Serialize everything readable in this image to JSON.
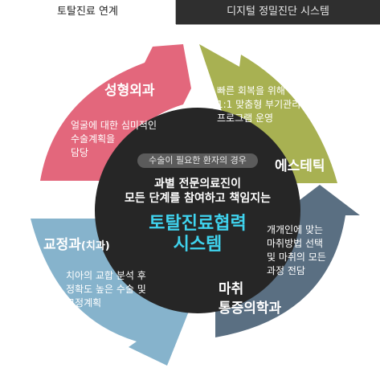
{
  "tabs": [
    {
      "label": "토탈진료 연계",
      "active": true
    },
    {
      "label": "디지털 정밀진단 시스템",
      "active": false
    }
  ],
  "colors": {
    "plastic_surgery": "#e3677c",
    "aesthetic": "#a8b152",
    "anesthesia": "#5a6f82",
    "orthodontics": "#86b3cc",
    "center": "#262626",
    "accent_text": "#3fd3ee"
  },
  "segments": {
    "plastic_surgery": {
      "title": "성형외과",
      "desc": [
        "얼굴에 대한 심미적인",
        "수술계획을",
        "담당"
      ]
    },
    "aesthetic": {
      "title": "에스테틱",
      "desc": [
        "빠른 회복을 위해",
        "1:1 맞춤형 부기관리",
        "프로그램 운영"
      ]
    },
    "anesthesia": {
      "title": [
        "마취",
        "통증의학과"
      ],
      "desc": [
        "개개인에 맞는",
        "마취방법 선택",
        "및 마취의 모든",
        "과정 전담"
      ]
    },
    "orthodontics": {
      "title": "교정과",
      "title_suffix": "(치과)",
      "desc": [
        "치아의 교합 분석 후",
        "정확도 높은 수술 및",
        "교정계획"
      ]
    }
  },
  "center": {
    "tag": "수술이 필요한 환자의 경우",
    "line1": "과별 전문의료진이",
    "line2": "모든 단계를 참여하고 책임지는",
    "title1": "토탈진료협력",
    "title2": "시스템"
  }
}
